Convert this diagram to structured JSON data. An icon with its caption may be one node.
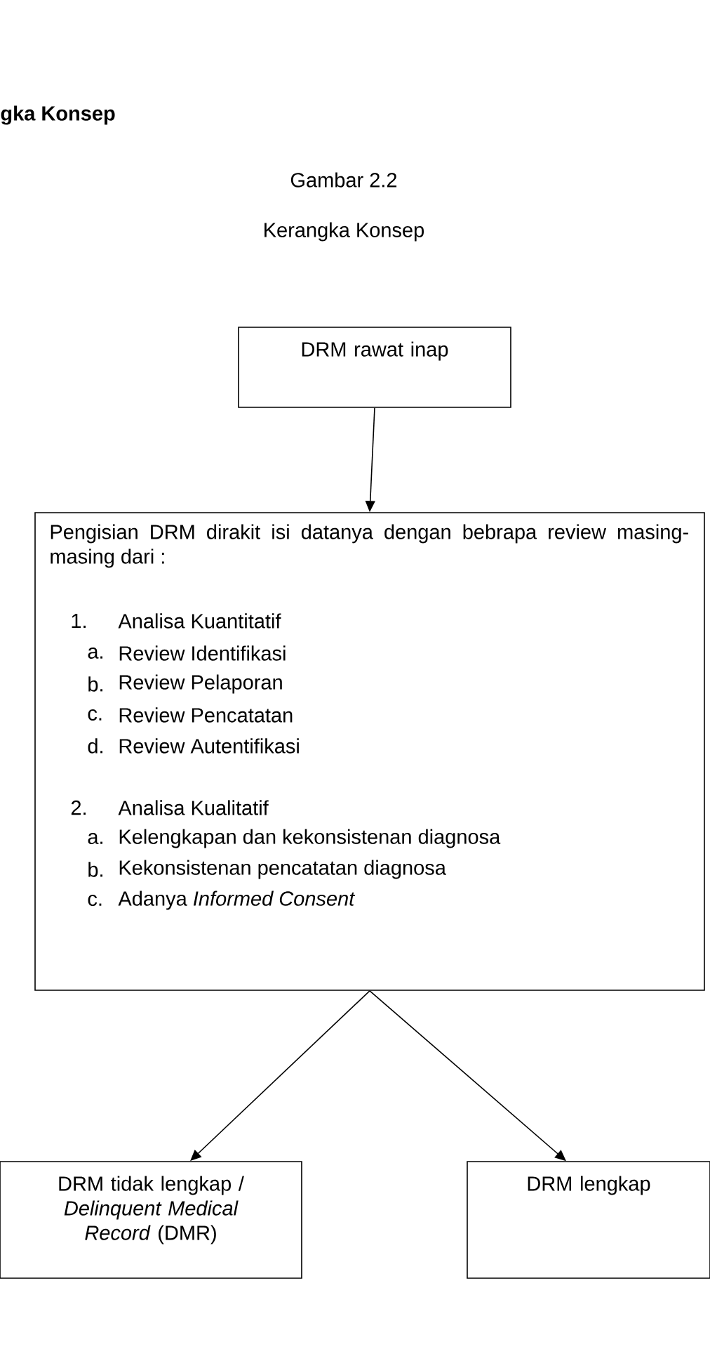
{
  "diagram": {
    "nodes": [
      {
        "text": [
          "DRM rawat inap"
        ]
      },
      {
        "text": [
          "Pengisian DRM dirakit isi datanya dengan bebrapa review masing-masing dari :",
          "1.",
          "Analisa Kuantitatif",
          "a.",
          "Review Identifikasi",
          "b.",
          "Review Pelaporan",
          "c.",
          "Review Pencatatan",
          "d.",
          "Review Autentifikasi",
          "2.",
          "Analisa Kualitatif",
          "a.",
          "Kelengkapan dan kekonsistenan diagnosa",
          "b.",
          "Kekonsistenan pencatatan diagnosa",
          "c.",
          "Adanya *Informed Consent*"
        ]
      },
      {
        "text": [
          "DRM tidak lengkap / *Delinquent Medical Record* (DMR)"
        ]
      },
      {
        "text": [
          "DRM lengkap"
        ]
      }
    ],
    "edges": [
      {
        "from": 0,
        "to": 1,
        "arrow": "to"
      },
      {
        "from": 1,
        "to": 2,
        "arrow": "to"
      },
      {
        "from": 1,
        "to": 3,
        "arrow": "to"
      }
    ],
    "labels": [
      "gka Konsep",
      "Gambar 2.2",
      "Kerangka Konsep"
    ]
  }
}
